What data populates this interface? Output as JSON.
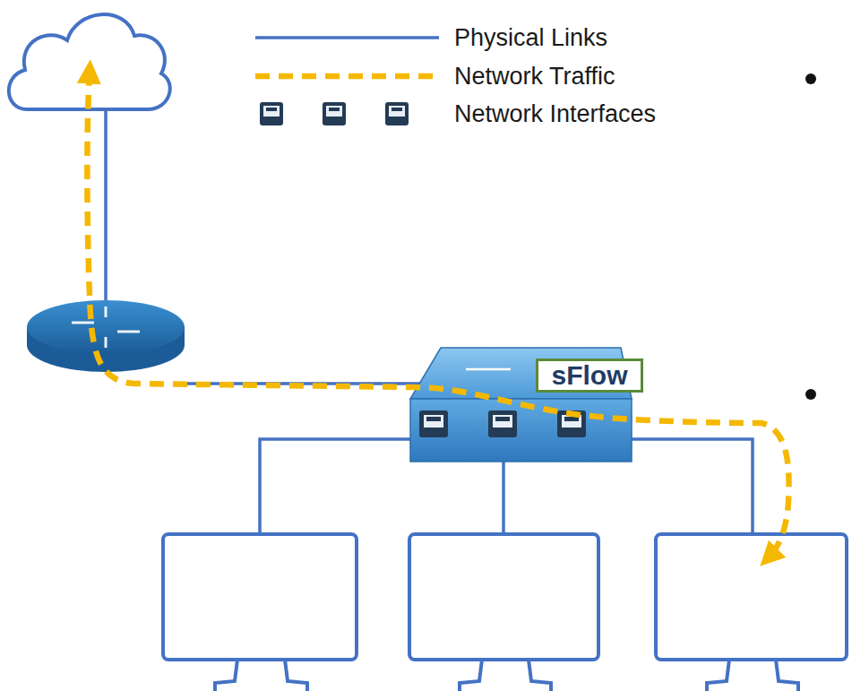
{
  "diagram": {
    "nodes": [
      {
        "text": [
          "sFlow"
        ]
      }
    ],
    "legend": [
      {
        "text": "Physical Links"
      },
      {
        "text": "Network Traffic"
      },
      {
        "text": "Network Interfaces"
      }
    ]
  }
}
